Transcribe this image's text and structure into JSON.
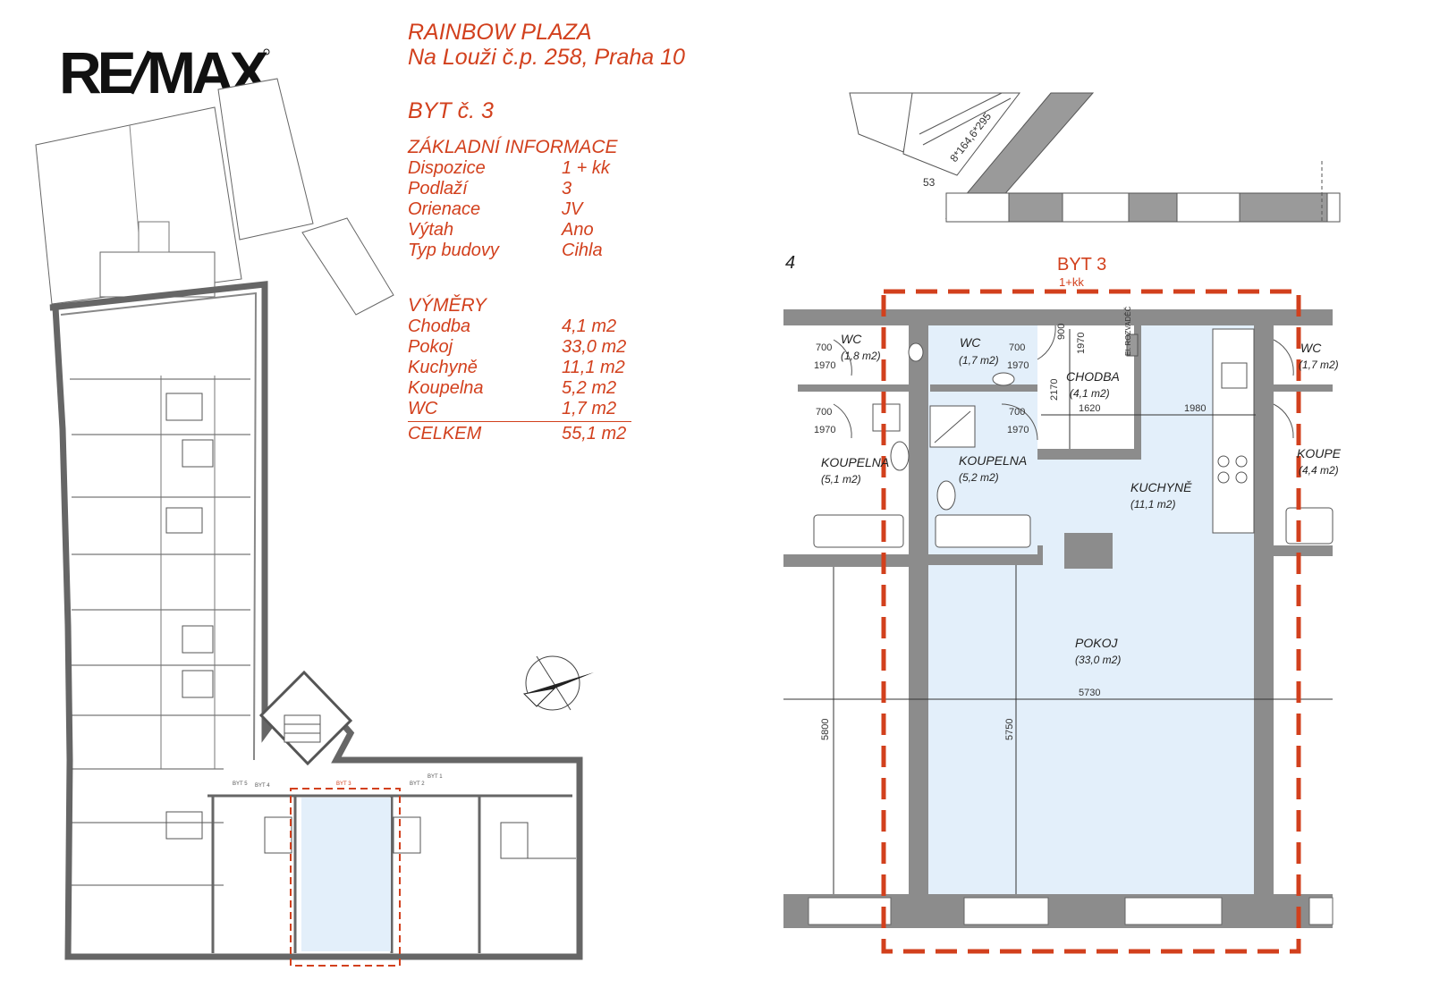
{
  "brand": {
    "logo_text": "RE/MAX"
  },
  "header": {
    "name": "RAINBOW PLAZA",
    "address": "Na Louži č.p. 258, Praha 10",
    "unit_title": "BYT č. 3"
  },
  "basic_info": {
    "heading": "ZÁKLADNÍ INFORMACE",
    "rows": [
      {
        "label": "Dispozice",
        "value": "1 + kk"
      },
      {
        "label": "Podlaží",
        "value": "3"
      },
      {
        "label": "Orienace",
        "value": "JV"
      },
      {
        "label": "Výtah",
        "value": "Ano"
      },
      {
        "label": "Typ budovy",
        "value": "Cihla"
      }
    ]
  },
  "areas": {
    "heading": "VÝMĚRY",
    "rows": [
      {
        "label": "Chodba",
        "value": "4,1 m2"
      },
      {
        "label": "Pokoj",
        "value": "33,0 m2"
      },
      {
        "label": "Kuchyně",
        "value": "11,1 m2"
      },
      {
        "label": "Koupelna",
        "value": "5,2 m2"
      },
      {
        "label": "WC",
        "value": "1,7 m2"
      }
    ],
    "total": {
      "label": "CELKEM",
      "value": "55,1 m2"
    }
  },
  "detail_plan": {
    "title": "BYT 3",
    "subtitle": "1+kk",
    "neighbor_left": "4",
    "stair_label": "8*164,6*295",
    "stair_num": "53",
    "rooms": [
      {
        "name": "WC",
        "area": "(1,7 m2)"
      },
      {
        "name": "CHODBA",
        "area": "(4,1 m2)"
      },
      {
        "name": "KOUPELNA",
        "area": "(5,2 m2)"
      },
      {
        "name": "KUCHYNĚ",
        "area": "(11,1 m2)"
      },
      {
        "name": "POKOJ",
        "area": "(33,0 m2)"
      }
    ],
    "neighbor_rooms": [
      {
        "name": "WC",
        "area": "(1,8 m2)"
      },
      {
        "name": "KOUPELNA",
        "area": "(5,1 m2)"
      },
      {
        "name": "WC",
        "area": "(1,7 m2)"
      },
      {
        "name": "KOUPE",
        "area": "(4,4 m2)"
      }
    ],
    "dims": {
      "d700a": "700",
      "d1970a": "1970",
      "d700b": "700",
      "d1970b": "1970",
      "d700c": "700",
      "d1970c": "1970",
      "d700d": "700",
      "d1970d": "1970",
      "d900": "900",
      "d1970e": "1970",
      "d2170": "2170",
      "d1620": "1620",
      "d1980": "1980",
      "d5730": "5730",
      "d5750": "5750",
      "d5800": "5800"
    },
    "rozvadec": "El. ROZVADĚČ"
  },
  "mini_plan": {
    "labels": [
      "BYT 5",
      "BYT 4",
      "BYT 3",
      "BYT 2",
      "BYT 1"
    ]
  },
  "colors": {
    "accent": "#d2401d",
    "highlight": "#e3effa",
    "wall": "#8c8c8c"
  }
}
